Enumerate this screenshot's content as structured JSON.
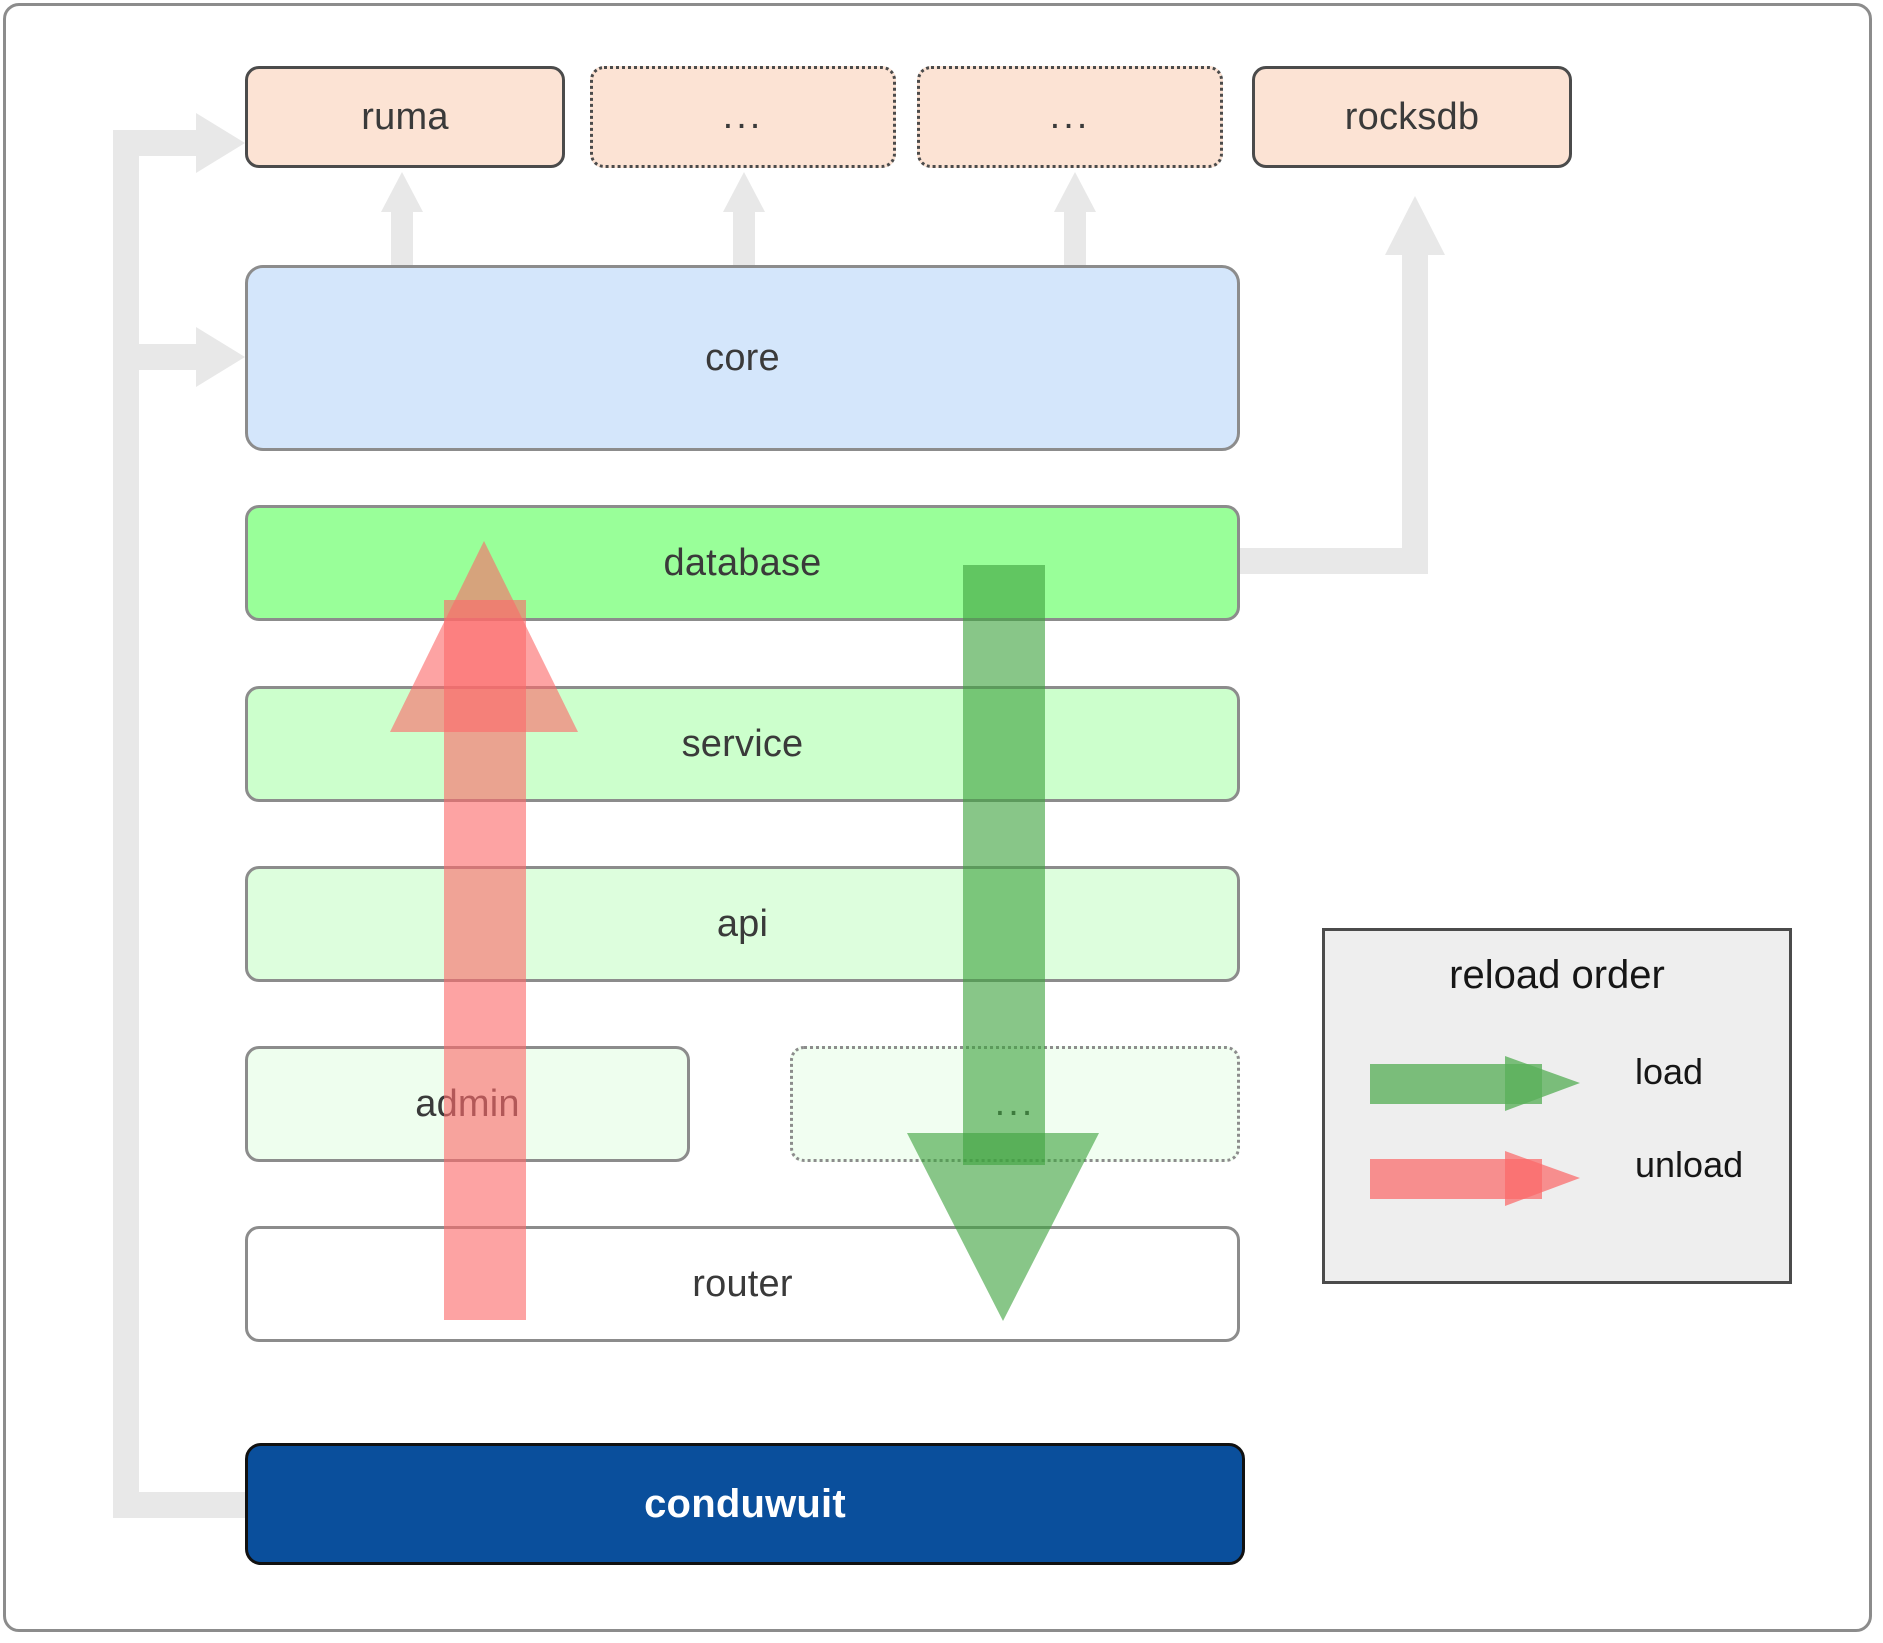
{
  "diagram": {
    "title": "conduwuit crate architecture / reload order",
    "dependencies": [
      {
        "id": "ruma",
        "label": "ruma",
        "style": "solid"
      },
      {
        "id": "dep2",
        "label": "...",
        "style": "dotted"
      },
      {
        "id": "dep3",
        "label": "...",
        "style": "dotted"
      },
      {
        "id": "rocksdb",
        "label": "rocksdb",
        "style": "solid"
      }
    ],
    "core": {
      "id": "core",
      "label": "core",
      "color": "#d4e6fb"
    },
    "crates": [
      {
        "id": "database",
        "label": "database",
        "color": "#99ff99",
        "style": "solid"
      },
      {
        "id": "service",
        "label": "service",
        "color": "#ccffcc",
        "style": "solid"
      },
      {
        "id": "api",
        "label": "api",
        "color": "#ddfedd",
        "style": "solid"
      },
      {
        "id": "admin",
        "label": "admin",
        "color": "#eefeee",
        "style": "solid"
      },
      {
        "id": "more",
        "label": "...",
        "color": "#f1fef1",
        "style": "dotted"
      },
      {
        "id": "router",
        "label": "router",
        "color": "#ffffff",
        "style": "solid"
      }
    ],
    "app": {
      "id": "conduwuit",
      "label": "conduwuit",
      "color": "#0a4f9c",
      "text_color": "#ffffff"
    },
    "legend": {
      "title": "reload order",
      "items": [
        {
          "id": "load",
          "label": "load",
          "color": "#5aaf5a"
        },
        {
          "id": "unload",
          "label": "unload",
          "color": "#f98080"
        }
      ]
    },
    "flows": [
      {
        "id": "load-flow",
        "label": "load",
        "color": "#5aaf5a",
        "direction": "down",
        "from": "database",
        "to": "router"
      },
      {
        "id": "unload-flow",
        "label": "unload",
        "color": "#f98080",
        "direction": "up",
        "from": "router",
        "to": "database"
      }
    ],
    "connectors": [
      {
        "id": "conduwuit-to-ruma",
        "from": "conduwuit",
        "to": "ruma",
        "color": "#e8e8e8"
      },
      {
        "id": "conduwuit-to-core",
        "from": "conduwuit",
        "to": "core",
        "color": "#e8e8e8"
      },
      {
        "id": "database-to-rocksdb",
        "from": "database",
        "to": "rocksdb",
        "color": "#e8e8e8"
      },
      {
        "id": "core-to-ruma",
        "from": "core",
        "to": "ruma",
        "color": "#e8e8e8"
      },
      {
        "id": "core-to-dep2",
        "from": "core",
        "to": "dep2",
        "color": "#e8e8e8"
      },
      {
        "id": "core-to-dep3",
        "from": "core",
        "to": "dep3",
        "color": "#e8e8e8"
      }
    ]
  }
}
